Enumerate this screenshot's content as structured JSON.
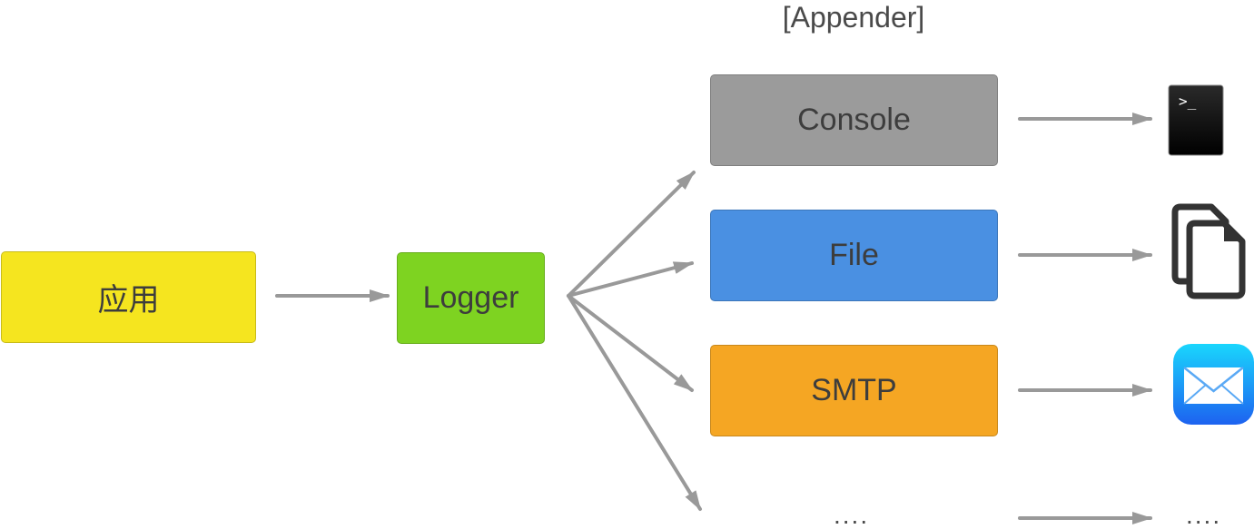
{
  "heading": "[Appender]",
  "nodes": {
    "app": {
      "label": "应用",
      "color": "#f5e51f"
    },
    "logger": {
      "label": "Logger",
      "color": "#7ed321"
    },
    "console": {
      "label": "Console",
      "color": "#9b9b9b"
    },
    "file": {
      "label": "File",
      "color": "#4a90e2"
    },
    "smtp": {
      "label": "SMTP",
      "color": "#f5a623"
    },
    "more": {
      "label": "...."
    }
  },
  "outputs": {
    "terminal": {
      "icon": "terminal-icon",
      "prompt": ">_"
    },
    "file": {
      "icon": "document-icon"
    },
    "mail": {
      "icon": "mail-icon"
    },
    "more": {
      "label": "...."
    }
  },
  "arrow_color": "#999999"
}
